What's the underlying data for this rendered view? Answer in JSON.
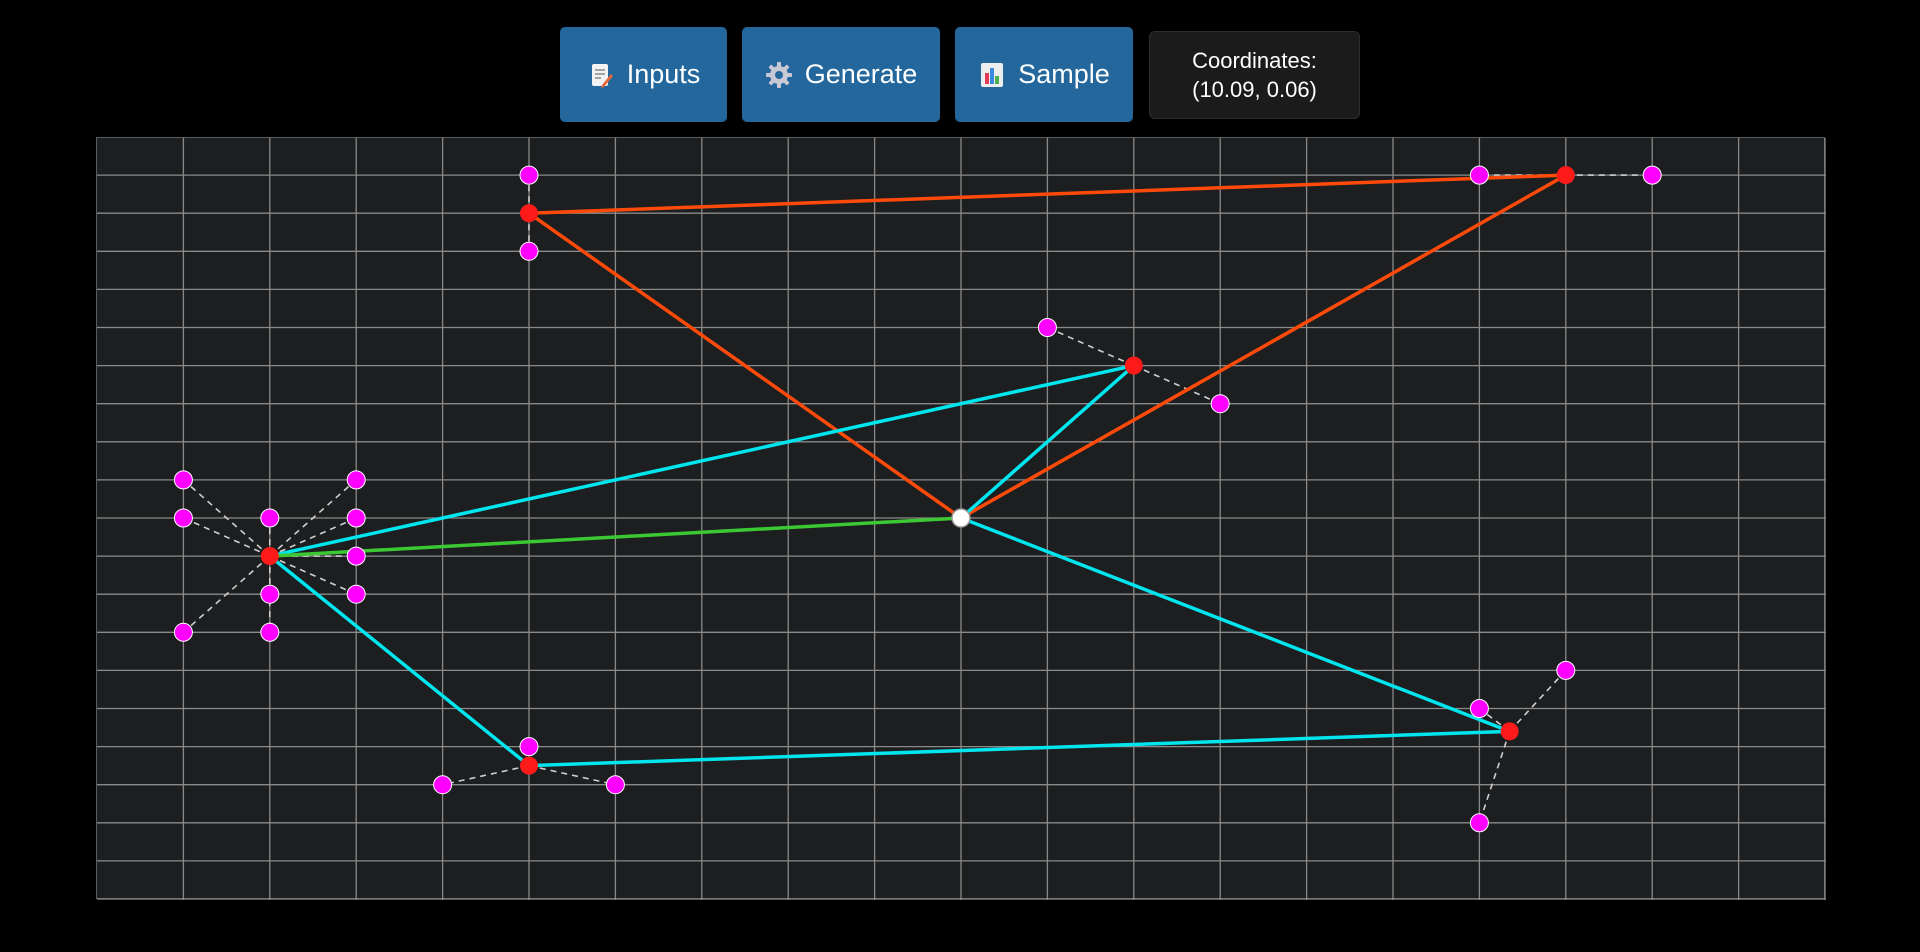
{
  "toolbar": {
    "inputs": {
      "label": "Inputs",
      "icon": "memo-icon"
    },
    "generate": {
      "label": "Generate",
      "icon": "gear-icon"
    },
    "sample": {
      "label": "Sample",
      "icon": "chart-icon"
    }
  },
  "coordinates": {
    "label": "Coordinates:",
    "value": "(10.09, 0.06)"
  },
  "colors": {
    "background": "#000000",
    "button": "#23679c",
    "board": "#1c1e20",
    "grid": "#8a8a8a",
    "cyan_path": "#00e5ee",
    "orange_path": "#ff4a0a",
    "green_path": "#3cc832",
    "node": "#ff1a1a",
    "control_point": "#ff00ff",
    "origin": "#ffffff"
  },
  "scene": {
    "origin": [
      0,
      0
    ],
    "nodes": [
      {
        "id": "n-left",
        "x": -8,
        "y": -1
      },
      {
        "id": "n-top",
        "x": -5,
        "y": 8
      },
      {
        "id": "n-topright",
        "x": 7,
        "y": 9
      },
      {
        "id": "n-mid",
        "x": 2,
        "y": 4
      },
      {
        "id": "n-bottomleft",
        "x": -5,
        "y": -6.5
      },
      {
        "id": "n-bottomright",
        "x": 6.35,
        "y": -5.6
      }
    ],
    "control_points": [
      {
        "node": "n-top",
        "x": -5,
        "y": 9
      },
      {
        "node": "n-top",
        "x": -5,
        "y": 7
      },
      {
        "node": "n-topright",
        "x": 6,
        "y": 9
      },
      {
        "node": "n-topright",
        "x": 8,
        "y": 9
      },
      {
        "node": "n-mid",
        "x": 1,
        "y": 5
      },
      {
        "node": "n-mid",
        "x": 3,
        "y": 3
      },
      {
        "node": "n-left",
        "x": -9,
        "y": 1
      },
      {
        "node": "n-left",
        "x": -9,
        "y": 0
      },
      {
        "node": "n-left",
        "x": -8,
        "y": 0
      },
      {
        "node": "n-left",
        "x": -7,
        "y": 1
      },
      {
        "node": "n-left",
        "x": -7,
        "y": 0
      },
      {
        "node": "n-left",
        "x": -7,
        "y": -1
      },
      {
        "node": "n-left",
        "x": -7,
        "y": -2
      },
      {
        "node": "n-left",
        "x": -8,
        "y": -2
      },
      {
        "node": "n-left",
        "x": -8,
        "y": -3
      },
      {
        "node": "n-left",
        "x": -9,
        "y": -3
      },
      {
        "node": "n-bottomleft",
        "x": -5,
        "y": -6
      },
      {
        "node": "n-bottomleft",
        "x": -6,
        "y": -7
      },
      {
        "node": "n-bottomleft",
        "x": -4,
        "y": -7
      },
      {
        "node": "n-bottomright",
        "x": 7,
        "y": -4
      },
      {
        "node": "n-bottomright",
        "x": 6,
        "y": -5
      },
      {
        "node": "n-bottomright",
        "x": 6,
        "y": -8
      }
    ],
    "paths": [
      {
        "name": "orange",
        "color": "#ff4a0a",
        "points": [
          [
            0,
            0
          ],
          [
            -5,
            8
          ],
          [
            7,
            9
          ],
          [
            0,
            0
          ]
        ]
      },
      {
        "name": "cyan",
        "color": "#00e5ee",
        "points": [
          [
            0,
            0
          ],
          [
            6.35,
            -5.6
          ],
          [
            -5,
            -6.5
          ],
          [
            -8,
            -1
          ],
          [
            2,
            4
          ],
          [
            0,
            0
          ]
        ]
      },
      {
        "name": "green",
        "color": "#3cc832",
        "points": [
          [
            0,
            0
          ],
          [
            -8,
            -1
          ]
        ]
      }
    ]
  }
}
